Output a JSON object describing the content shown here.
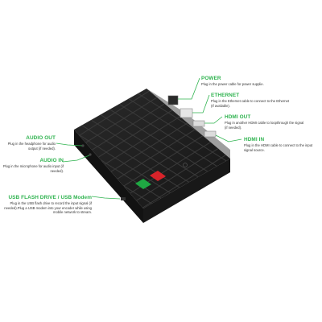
{
  "colors": {
    "accent": "#2fb34f",
    "device_body": "#1c1c1c",
    "button_green": "#1fa843",
    "button_red": "#d8232a",
    "background": "#ffffff"
  },
  "labels": {
    "power": {
      "title": "POWER",
      "desc": "Plug in the power cable for power supplie."
    },
    "ethernet": {
      "title": "ETHERNET",
      "desc": "Plug in the Ethernet cable to connect to the Ethernet (If avaliable)."
    },
    "hdmi_out": {
      "title": "HDMI OUT",
      "desc": "Plug in another HDMI cable to loopthrough the signal (if needed)."
    },
    "hdmi_in": {
      "title": "HDMI IN",
      "desc": "Plug in the HDMI cable to connect to the input signal source."
    },
    "audio_out": {
      "title": "AUDIO OUT",
      "desc": "Plug in the headphone for audio output (if needed)."
    },
    "audio_in": {
      "title": "AUDIO IN",
      "desc": "Plug in the microphone for audio input (if needed)."
    },
    "usb": {
      "title": "USB FLASH DRIVE / USB Modem",
      "desc": "Plug in the USB flash drive to record the input signal (if needed).Plug a USB modem into your encoder while using mobile network to stream."
    }
  }
}
